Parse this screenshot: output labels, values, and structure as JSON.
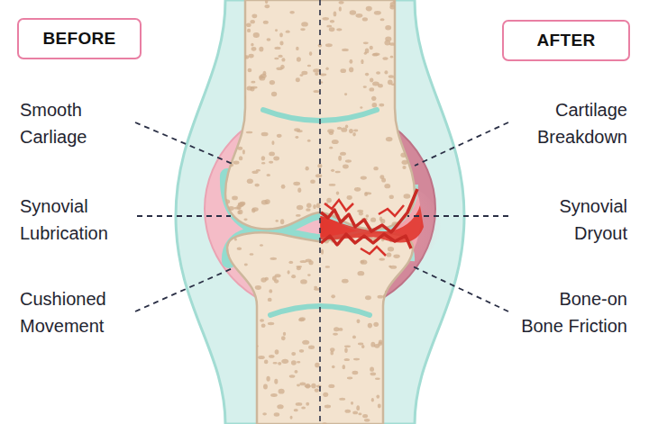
{
  "diagram": {
    "nodes": [
      {
        "text": [
          "BEFORE"
        ]
      },
      {
        "text": [
          "AFTER"
        ]
      }
    ],
    "labels": [
      "Smooth Carliage",
      "Synovial Lubrication",
      "Cushioned Movement",
      "Cartilage Breakdown",
      "Synovial Dryout",
      "Bone-on Bone Friction"
    ]
  }
}
